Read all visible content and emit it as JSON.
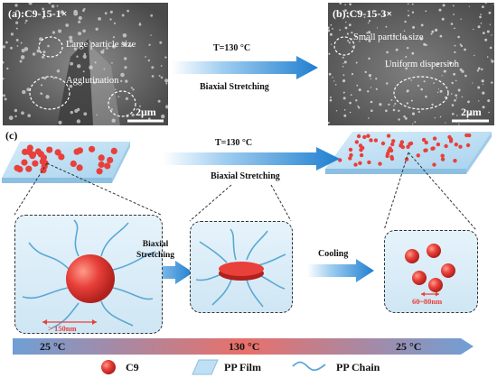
{
  "panel_a": {
    "label": "(a):C9-15-1×",
    "annot_large": "Large particle size",
    "annot_agg": "Agglutination",
    "scale": "2μm"
  },
  "panel_b": {
    "label": "(b):C9-15-3×",
    "annot_small": "Small particle size",
    "annot_uniform": "Uniform dispersion",
    "scale": "2μm"
  },
  "top_arrow": {
    "temp": "T=130 °C",
    "process": "Biaxial Stretching"
  },
  "panel_c": {
    "label": "(c)",
    "arrow_temp": "T=130 °C",
    "arrow_process": "Biaxial Stretching",
    "step1": "Biaxial Stretching",
    "step2": "Cooling",
    "size_large": "> 150nm",
    "size_small": "60~80nm"
  },
  "temperature_bar": {
    "start": "25 °C",
    "mid": "130 °C",
    "end": "25 °C"
  },
  "legend": {
    "c9": "C9",
    "film": "PP Film",
    "chain": "PP Chain"
  },
  "colors": {
    "arrow_blue": "#2f8fd6",
    "particle_red": "#e8403a",
    "film_blue": "#bfe0f4",
    "chain": "#5aa8d4"
  }
}
